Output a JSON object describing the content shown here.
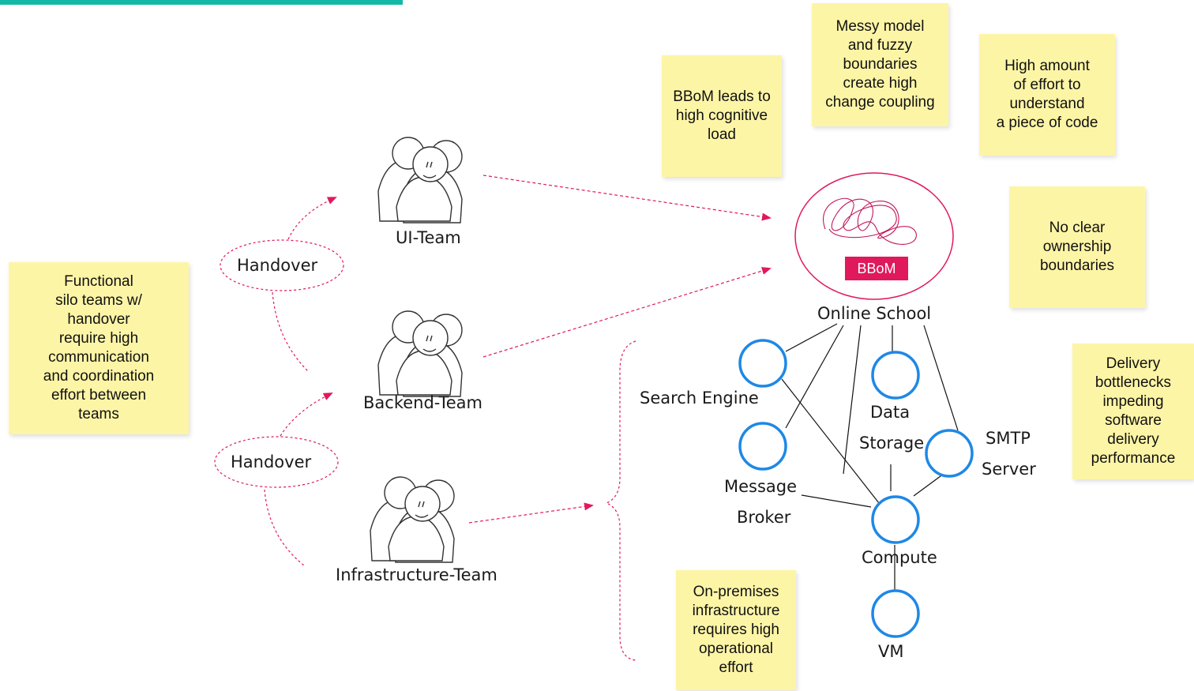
{
  "colors": {
    "accent_bar": "#14b8a6",
    "arrow": "#e0195c",
    "component_stroke": "#1e88e5",
    "sticky": "#fdf5a6",
    "badge": "#e0195c"
  },
  "stickies": {
    "functional_silos": "Functional\nsilo teams w/\nhandover\nrequire high\ncommunication\nand coordination\neffort between\nteams",
    "bbom_cognitive": "BBoM leads to\nhigh cognitive\nload",
    "messy_model": "Messy model\nand fuzzy\nboundaries\ncreate high\nchange coupling",
    "high_effort": "High amount\nof effort to\nunderstand\na piece of code",
    "no_ownership": "No clear\nownership\nboundaries",
    "delivery_bottlenecks": "Delivery\nbottlenecks\nimpeding\nsoftware\ndelivery\nperformance",
    "on_premises": "On-premises\ninfrastructure\nrequires high\noperational\neffort"
  },
  "teams": {
    "ui": "UI-Team",
    "backend": "Backend-Team",
    "infrastructure": "Infrastructure-Team"
  },
  "handovers": {
    "first": "Handover",
    "second": "Handover"
  },
  "system": {
    "name": "Online School",
    "badge": "BBoM"
  },
  "components": {
    "search_engine": "Search Engine",
    "data_storage_line1": "Data",
    "data_storage_line2": "Storage",
    "smtp_line1": "SMTP",
    "smtp_line2": "Server",
    "message_broker_line1": "Message",
    "message_broker_line2": "Broker",
    "compute": "Compute",
    "vm": "VM"
  }
}
